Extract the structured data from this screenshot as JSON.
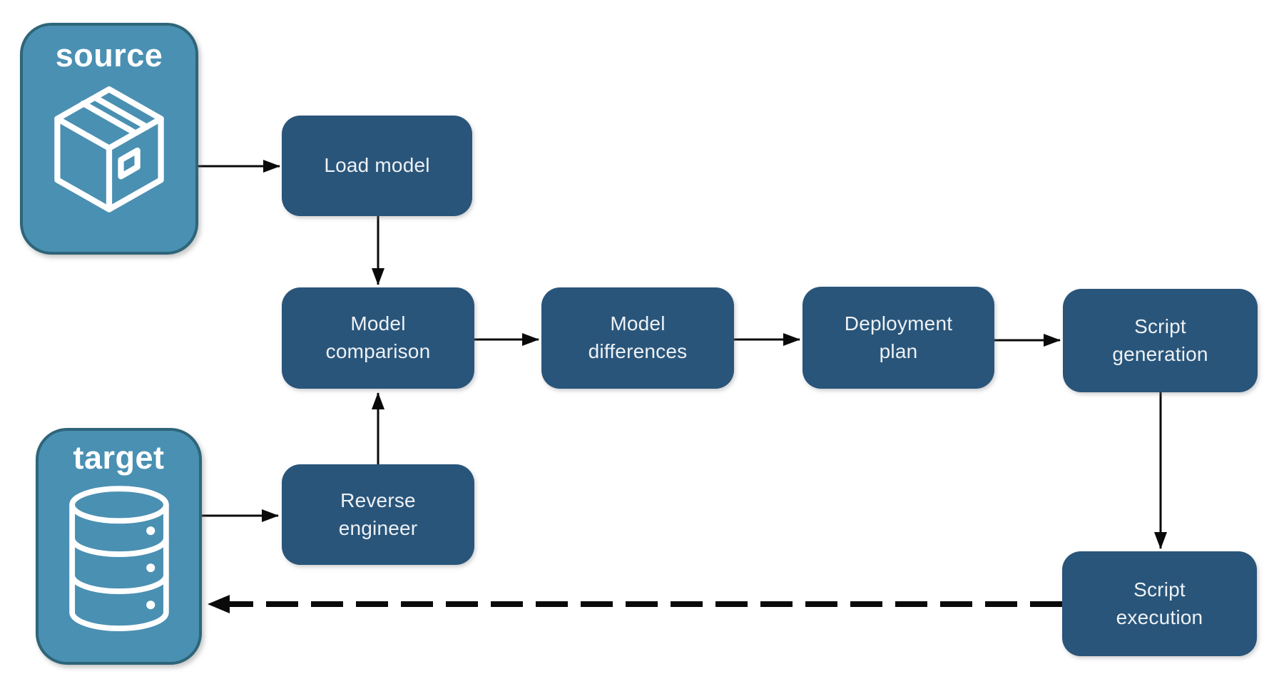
{
  "endpoints": {
    "source": {
      "label": "source",
      "icon": "package-icon"
    },
    "target": {
      "label": "target",
      "icon": "database-icon"
    }
  },
  "steps": {
    "load_model": {
      "label": "Load model"
    },
    "model_comparison": {
      "label": "Model comparison"
    },
    "model_differences": {
      "label": "Model differences"
    },
    "deployment_plan": {
      "label": "Deployment plan"
    },
    "script_generation": {
      "label": "Script generation"
    },
    "reverse_engineer": {
      "label": "Reverse engineer"
    },
    "script_execution": {
      "label": "Script execution"
    }
  },
  "flows": [
    {
      "from": "source",
      "to": "load_model",
      "style": "solid"
    },
    {
      "from": "load_model",
      "to": "model_comparison",
      "style": "solid"
    },
    {
      "from": "target",
      "to": "reverse_engineer",
      "style": "solid"
    },
    {
      "from": "reverse_engineer",
      "to": "model_comparison",
      "style": "solid"
    },
    {
      "from": "model_comparison",
      "to": "model_differences",
      "style": "solid"
    },
    {
      "from": "model_differences",
      "to": "deployment_plan",
      "style": "solid"
    },
    {
      "from": "deployment_plan",
      "to": "script_generation",
      "style": "solid"
    },
    {
      "from": "script_generation",
      "to": "script_execution",
      "style": "solid"
    },
    {
      "from": "script_execution",
      "to": "target",
      "style": "dashed"
    }
  ],
  "colors": {
    "step_fill": "#29557a",
    "step_text": "#eef1f5",
    "endpoint_fill": "#4a90b2",
    "endpoint_border": "#2e6579",
    "endpoint_text": "#ffffff",
    "arrow": "#0a0a0a",
    "background": "#ffffff"
  }
}
